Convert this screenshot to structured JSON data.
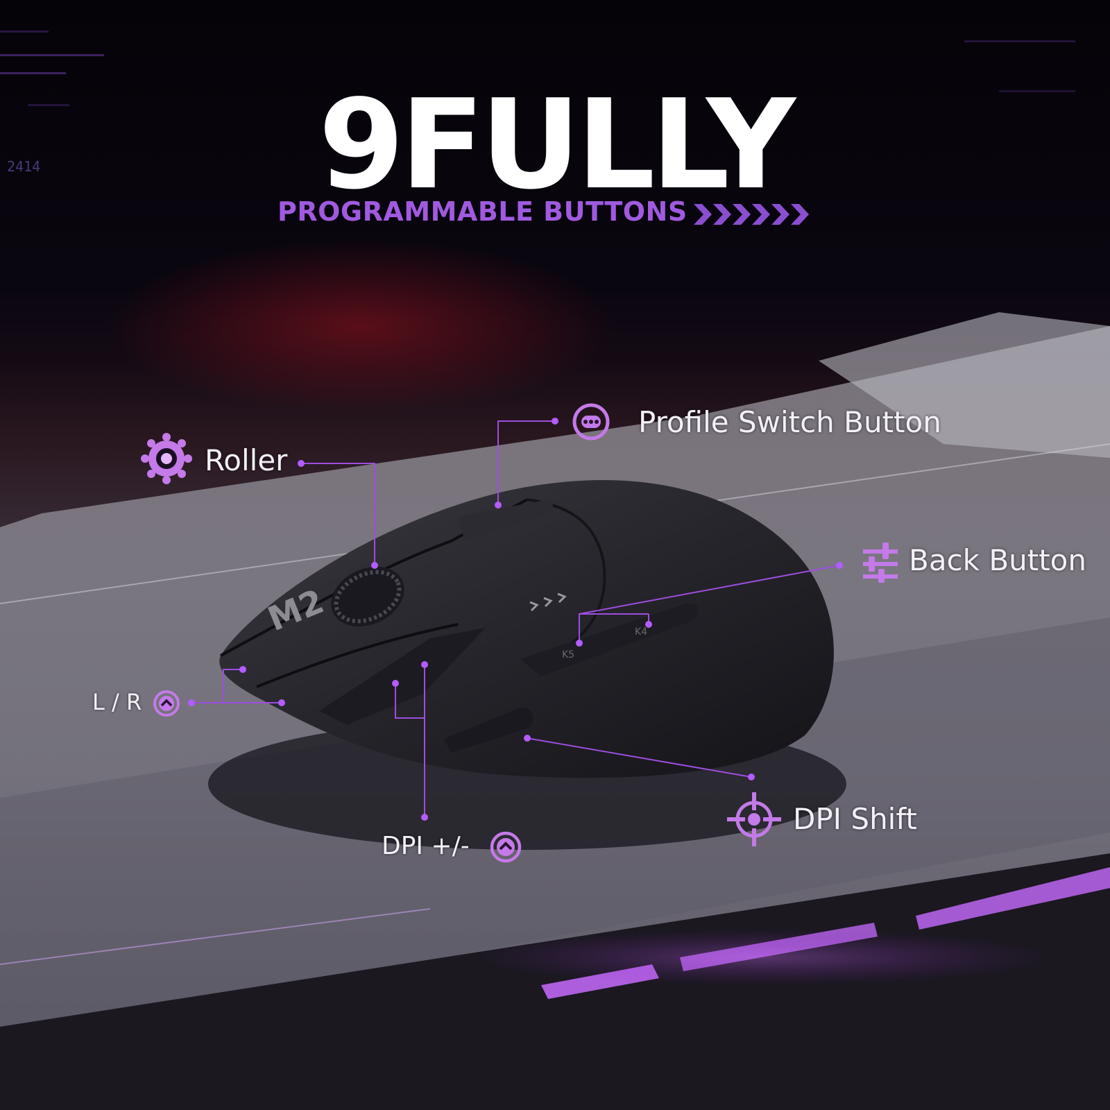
{
  "header": {
    "title": "9FULLY",
    "subtitle": "PROGRAMMABLE BUTTONS",
    "corner_code": "2414"
  },
  "mouse": {
    "brand_mark": "M2",
    "side_button_k5": "K5",
    "side_button_k4": "K4"
  },
  "callouts": {
    "roller": "Roller",
    "profile_switch": "Profile Switch Button",
    "back_button": "Back Button",
    "lr": "L / R",
    "dpi_shift": "DPI Shift",
    "dpi_plus_minus": "DPI +/-"
  },
  "colors": {
    "accent": "#a05ae0",
    "icon_fill": "#c47ae8",
    "title": "#ffffff",
    "background": "#050308"
  },
  "icons": {
    "roller": "gear-icon",
    "profile_switch": "dots-circle-icon",
    "back_button": "sliders-icon",
    "lr": "chevron-up-circle-icon",
    "dpi_shift": "crosshair-icon",
    "dpi_plus_minus": "chevron-up-circle-icon"
  }
}
